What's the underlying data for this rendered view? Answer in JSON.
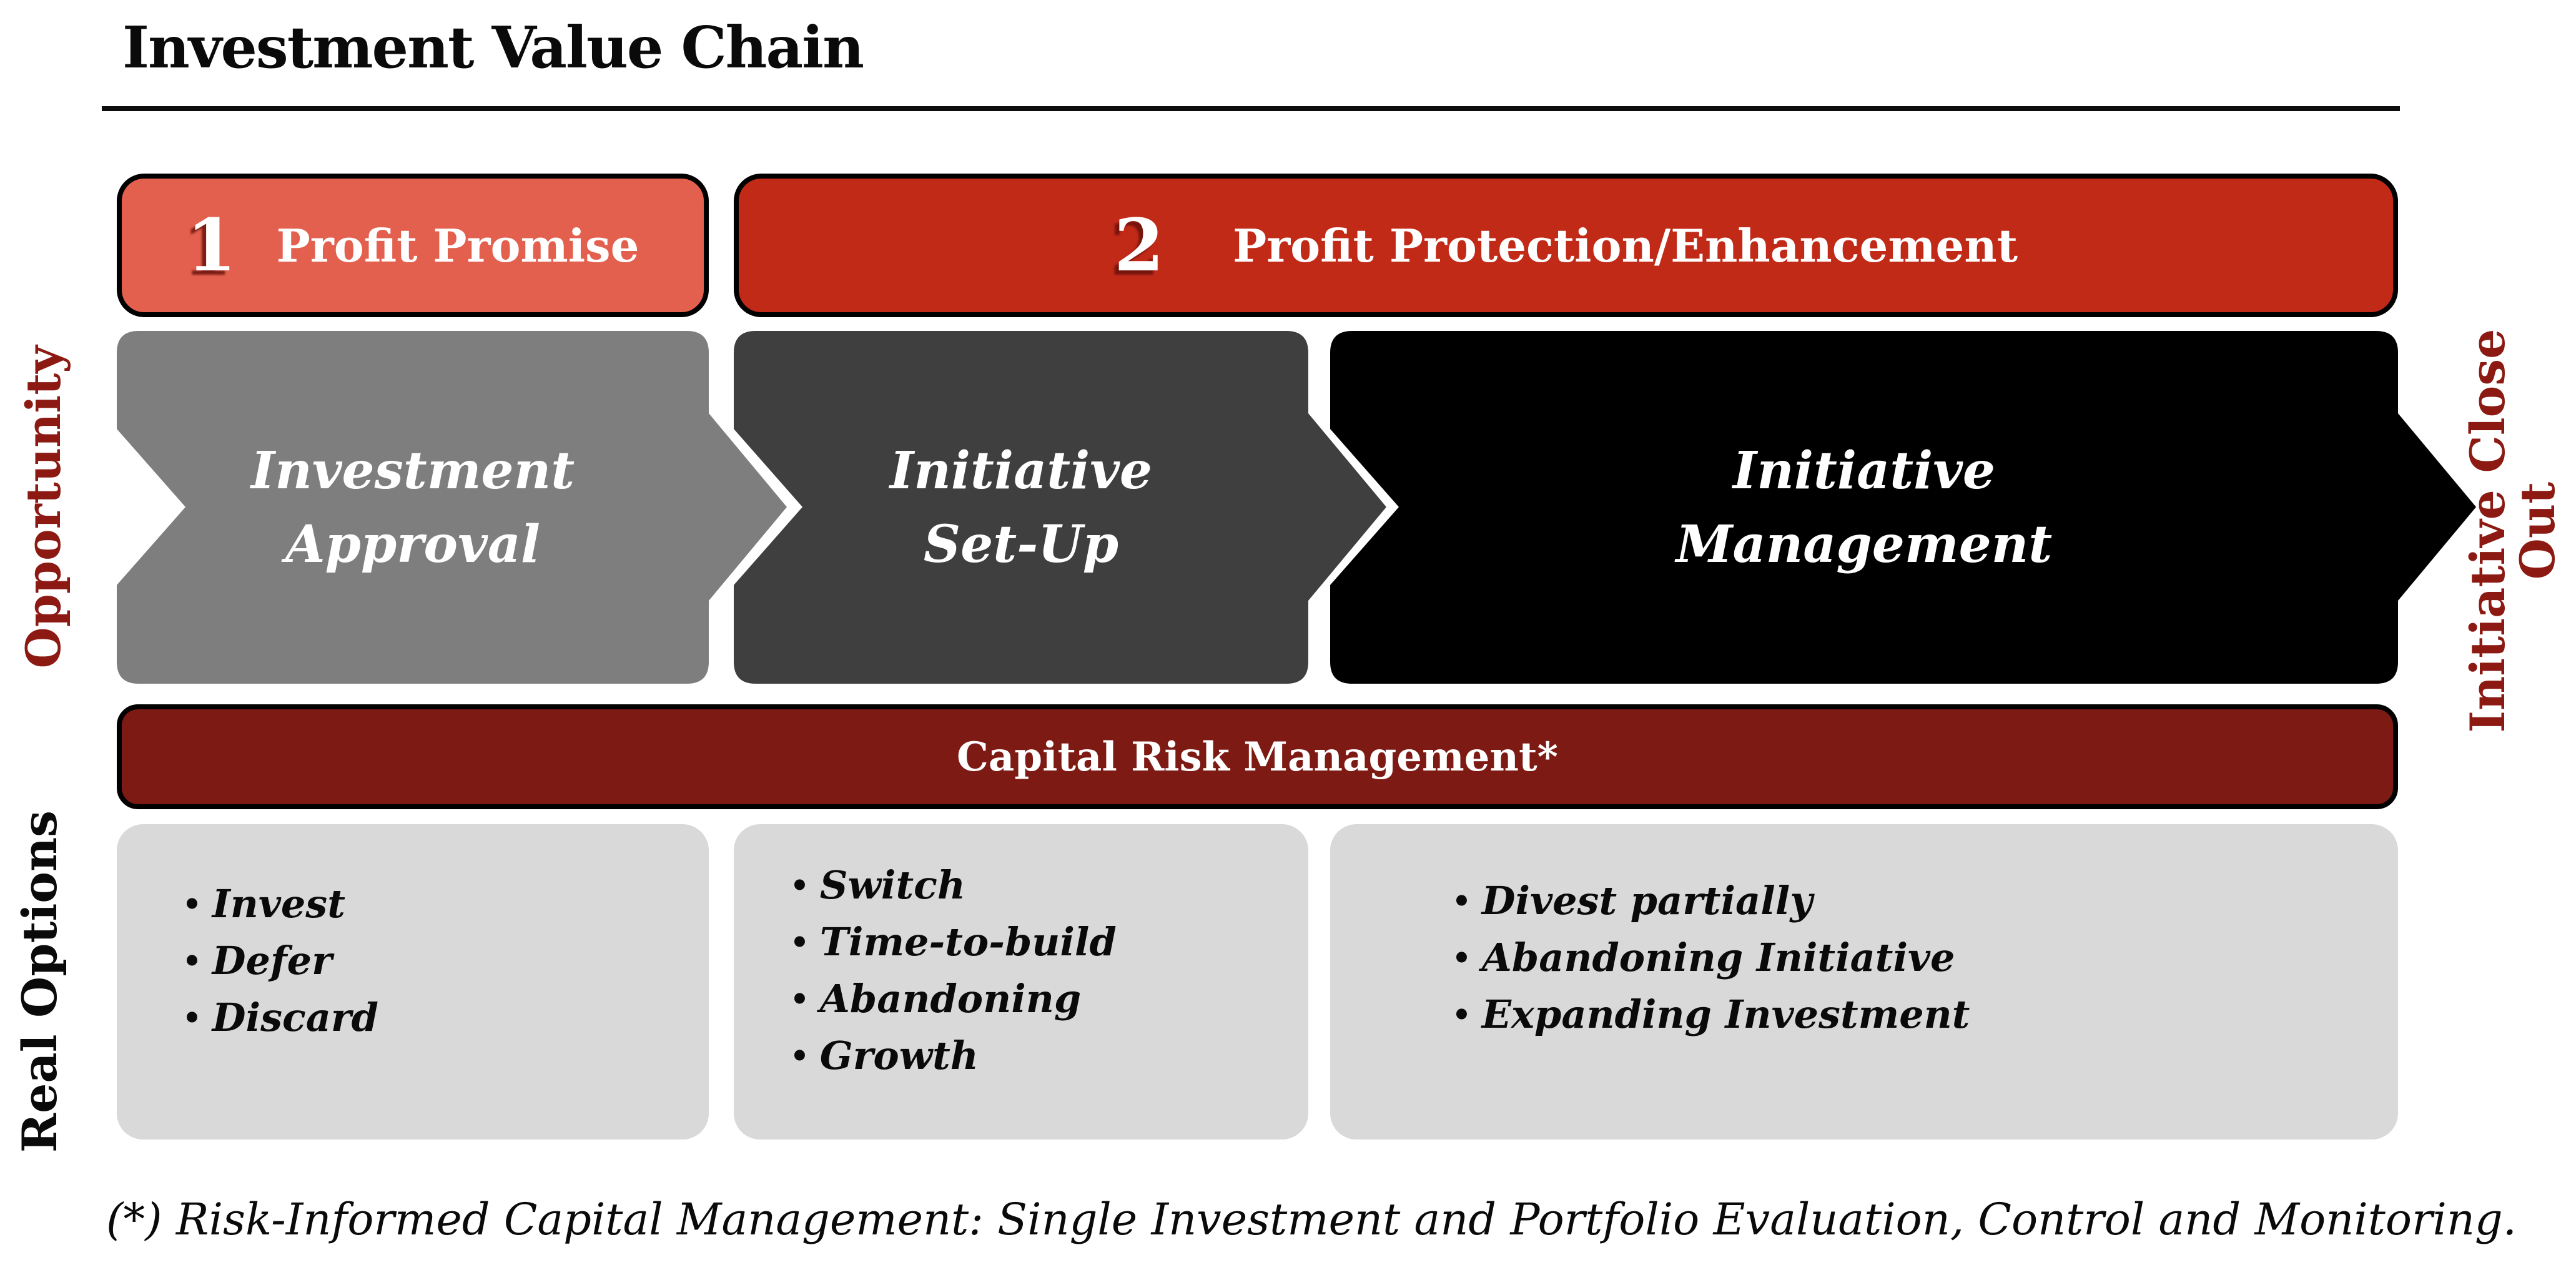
{
  "title": "Investment Value Chain",
  "colors": {
    "banner1_bg": "#E4604E",
    "banner2_bg": "#C22A18",
    "risk_banner_bg": "#7E1A14",
    "stage1_fill": "#7E7E7E",
    "stage2_fill": "#3F3F3F",
    "stage3_fill": "#000000",
    "tip_outline": "#FFFFFF",
    "options_box_bg": "#D9D9D9",
    "side_label_red": "#8C1A13",
    "text_on_dark": "#FFFFFF"
  },
  "banners": [
    {
      "number": "1",
      "label": "Profit Promise"
    },
    {
      "number": "2",
      "label": "Profit Protection/Enhancement"
    }
  ],
  "stages": [
    {
      "line1": "Investment",
      "line2": "Approval"
    },
    {
      "line1": "Initiative",
      "line2": "Set-Up"
    },
    {
      "line1": "Initiative",
      "line2": "Management"
    }
  ],
  "side_labels": {
    "opportunity": "Opportunity",
    "close_line1": "Initiative Close",
    "close_line2": "Out",
    "real_options": "Real Options"
  },
  "risk_banner": {
    "label": "Capital Risk Management*"
  },
  "real_options": [
    {
      "items": [
        "Invest",
        "Defer",
        "Discard"
      ]
    },
    {
      "items": [
        "Switch",
        "Time-to-build",
        "Abandoning",
        "Growth"
      ]
    },
    {
      "items": [
        "Divest partially",
        "Abandoning Initiative",
        "Expanding Investment"
      ]
    }
  ],
  "footnote": "(*) Risk-Informed Capital Management: Single Investment and Portfolio Evaluation, Control and Monitoring."
}
